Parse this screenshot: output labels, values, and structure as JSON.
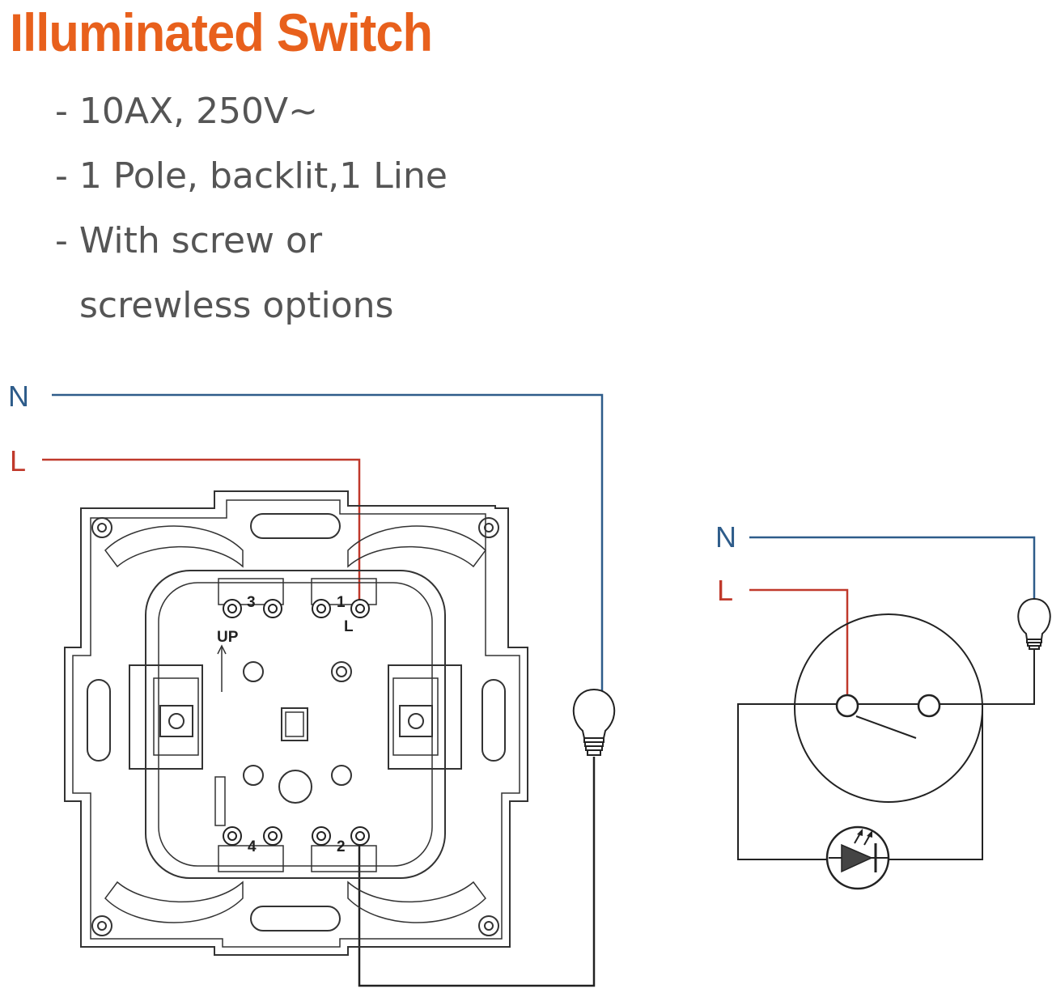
{
  "title": "Illuminated Switch",
  "specs": [
    "- 10AX, 250V~",
    "- 1 Pole, backlit,1 Line",
    "- With screw or",
    "screwless options"
  ],
  "wiring": {
    "neutral_label": "N",
    "live_label": "L",
    "neutral_color": "#2e5c8a",
    "live_color": "#c0392b",
    "load_color": "#222222"
  },
  "terminals": {
    "t1": "1",
    "t1_line": "L",
    "t2": "2",
    "t3": "3",
    "t4": "4",
    "up_mark": "UP"
  },
  "schematic": {
    "neutral_label": "N",
    "live_label": "L"
  },
  "colors": {
    "title": "#e8601c",
    "text": "#555555",
    "outline": "#333333"
  }
}
